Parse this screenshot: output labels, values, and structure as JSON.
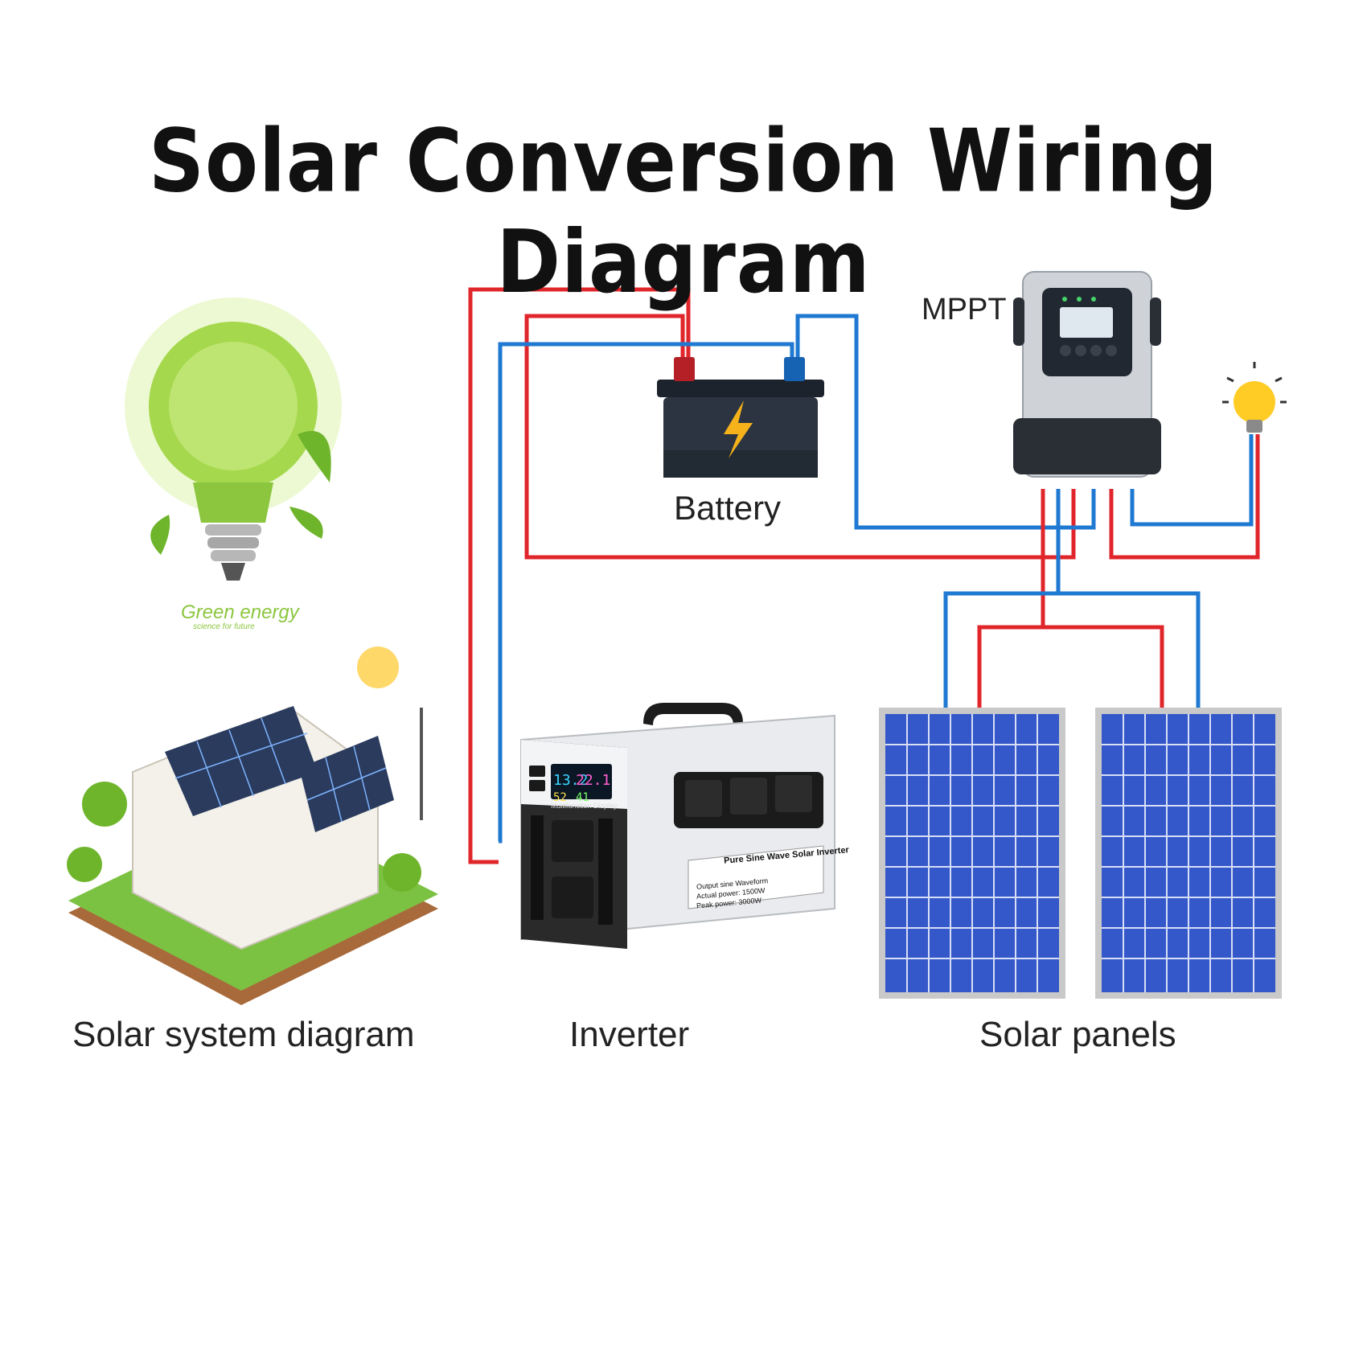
{
  "title": "Solar Conversion Wiring Diagram",
  "components": {
    "battery": {
      "label": "Battery",
      "icon": "lightning-bolt-icon"
    },
    "mppt": {
      "label": "MPPT"
    },
    "inverter": {
      "label": "Inverter",
      "display_label": "Multifunction Display",
      "product_name": "Pure Sine Wave Solar Inverter",
      "spec_waveform": "Output sine Waveform",
      "spec_actual": "Actual power: 1500W",
      "spec_peak": "Peak power: 3000W",
      "lcd": [
        "13.2",
        "22.1",
        "52",
        "41"
      ]
    },
    "solar_panels": {
      "label": "Solar panels",
      "count": 2
    },
    "solar_system": {
      "label": "Solar system diagram"
    },
    "green_bulb": {
      "label": "Green energy",
      "sub": "science for future"
    },
    "load_bulb": {
      "icon": "light-bulb-icon"
    }
  },
  "wire_colors": {
    "positive": "#e0262b",
    "negative": "#1f78d1"
  },
  "palette": {
    "panel_blue": "#3457c9",
    "panel_frame": "#c9c9c9",
    "green": "#8cc63f",
    "battery_body": "#2b3440",
    "bolt": "#f6b21b",
    "mppt_body": "#cfd3d8",
    "inverter_body": "#e9ebee"
  }
}
